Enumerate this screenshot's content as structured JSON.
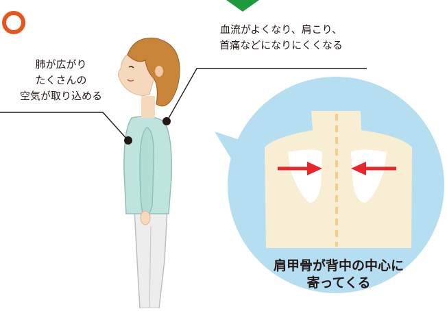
{
  "symbols": {
    "good_mark": "circle-mark",
    "good_mark_color": "#e8541e",
    "down_arrow": "green-down-arrow",
    "down_arrow_color": "#1f9a3b"
  },
  "left_label": {
    "line1": "肺が広がり",
    "line2": "たくさんの",
    "line3": "空気が取り込める"
  },
  "right_label": {
    "line1": "血流がよくなり、肩こり、",
    "line2": "首痛などになりにくくなる"
  },
  "callout": {
    "caption_line1": "肩甲骨が背中の中心に",
    "caption_line2": "寄ってくる",
    "bubble_color": "#b6def1",
    "back_color": "#f8eed4",
    "arrow_color": "#e8262c"
  }
}
